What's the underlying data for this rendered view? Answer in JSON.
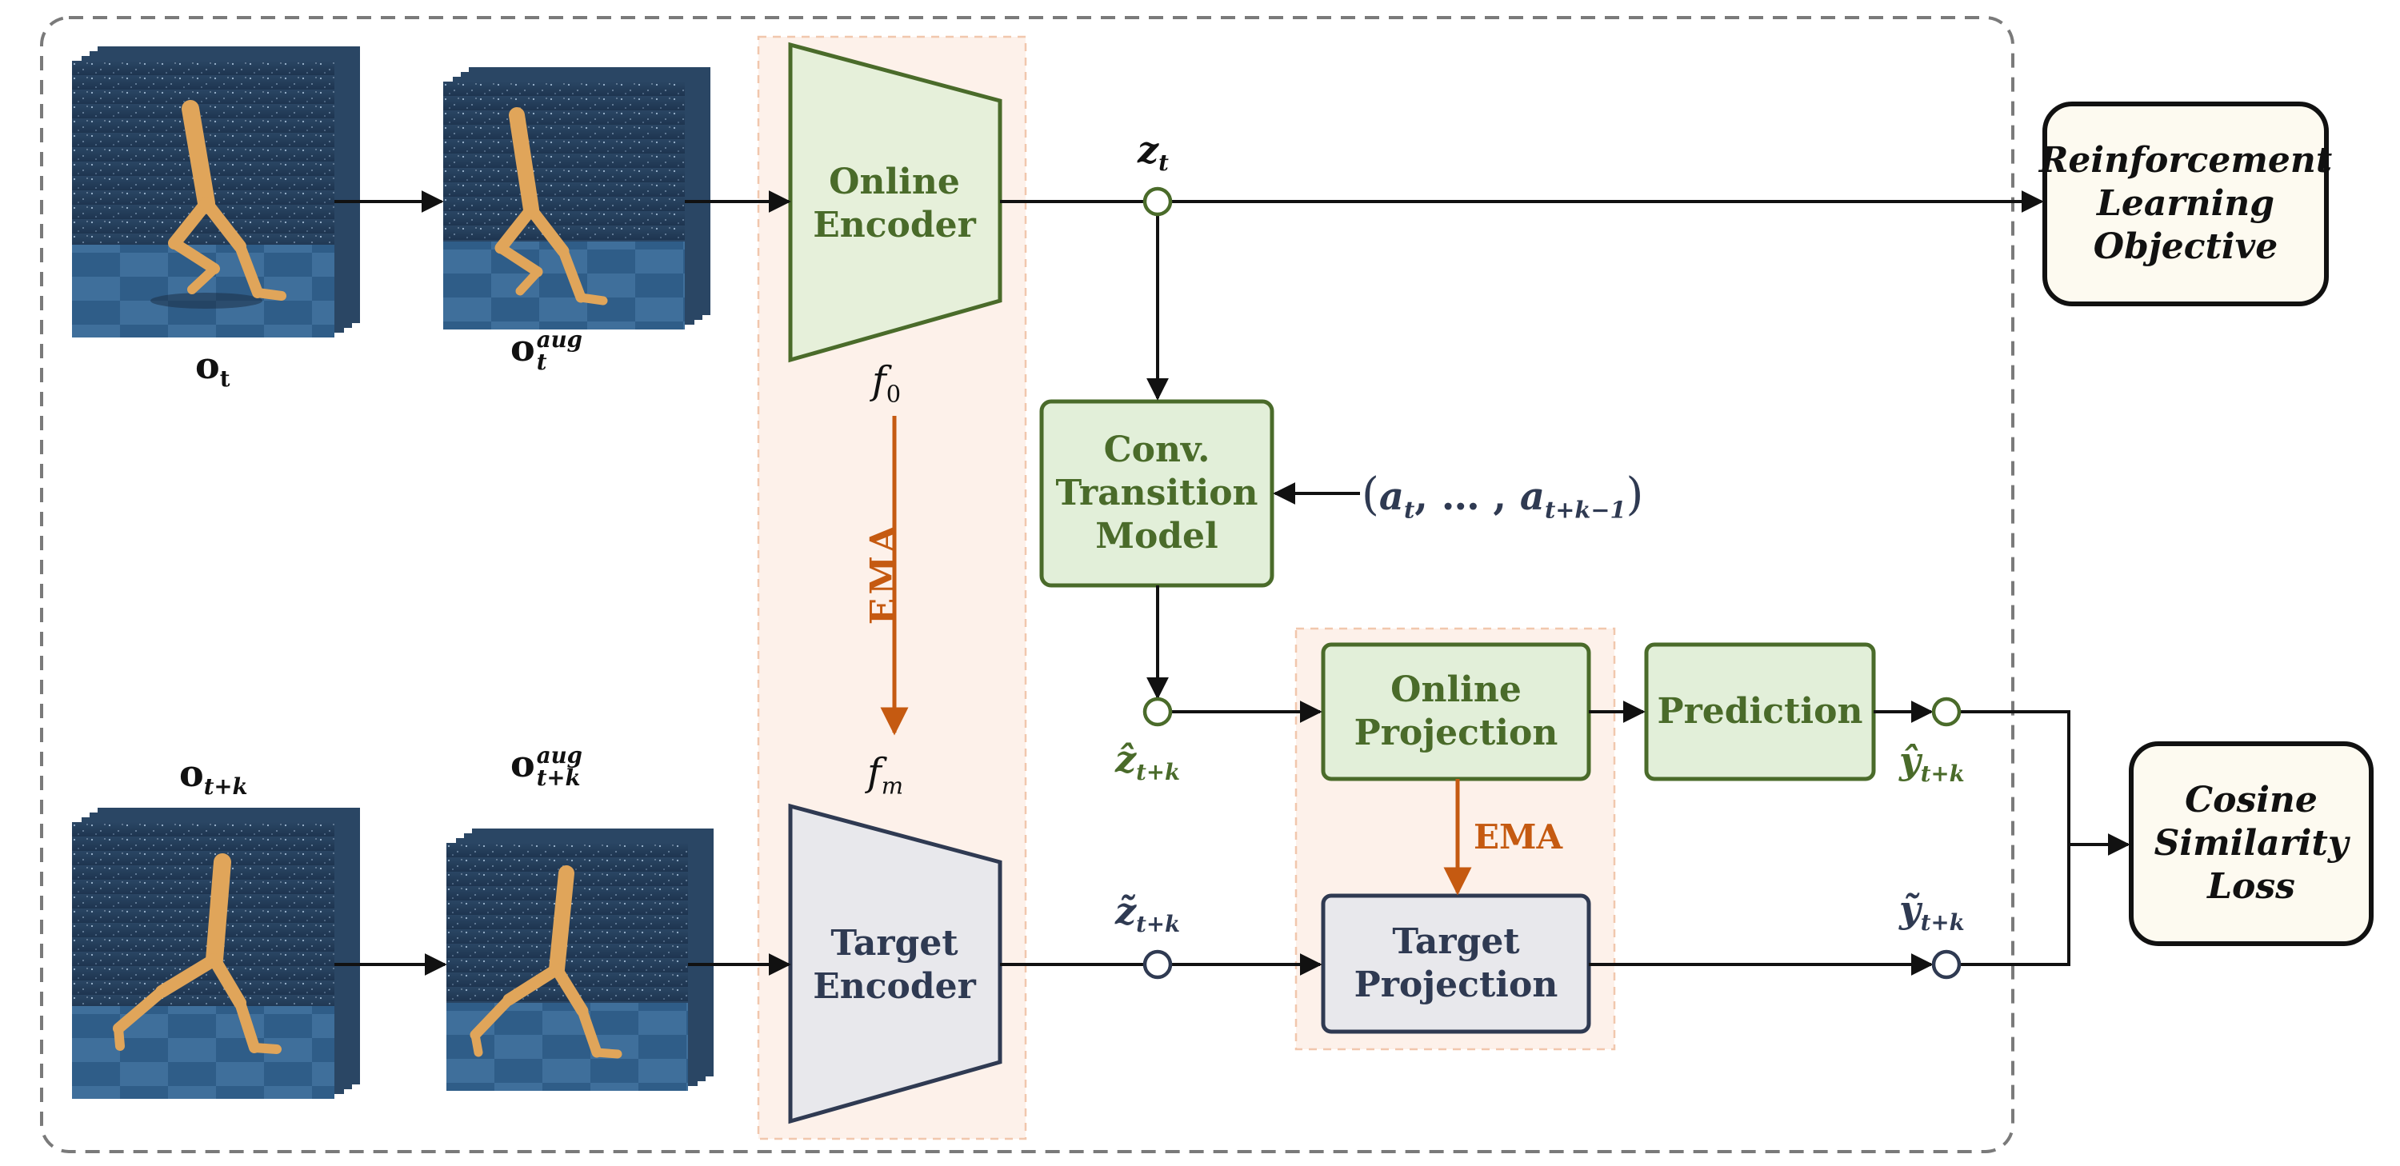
{
  "colors": {
    "green_dark": "#4a6b2a",
    "green_fill": "#e6f0da",
    "green_light_fill": "#e2efd9",
    "gray_fill": "#e8e8ec",
    "navy": "#2f3a52",
    "orange": "#c55a11",
    "cream_fill": "#fdfaf0",
    "peach_panel": "#fdf1ea",
    "dash_border": "#7a7a7a"
  },
  "observations": {
    "obs_t": "o",
    "obs_t_sub": "t",
    "obs_t_aug": "o",
    "obs_t_aug_sub": "t",
    "obs_t_aug_sup": "aug",
    "obs_tk": "o",
    "obs_tk_sub": "t+k",
    "obs_tk_aug": "o",
    "obs_tk_aug_sub": "t+k",
    "obs_tk_aug_sup": "aug"
  },
  "encoders": {
    "online_line1": "Online",
    "online_line2": "Encoder",
    "target_line1": "Target",
    "target_line2": "Encoder",
    "f0": "f",
    "f0_sub": "0",
    "fm": "f",
    "fm_sub": "m",
    "ema_vertical": "EMA"
  },
  "latents": {
    "z_t": "z",
    "z_t_sub": "t",
    "z_hat": "ẑ",
    "z_hat_sub": "t+k",
    "z_tilde": "z̃",
    "z_tilde_sub": "t+k",
    "y_hat": "ŷ",
    "y_hat_sub": "t+k",
    "y_tilde": "ỹ",
    "y_tilde_sub": "t+k"
  },
  "transition": {
    "line1": "Conv.",
    "line2": "Transition",
    "line3": "Model",
    "actions_open": "(",
    "a1": "a",
    "a1_sub": "t",
    "dots": ", … , ",
    "a2": "a",
    "a2_sub": "t+k−1",
    "actions_close": ")"
  },
  "projection": {
    "online_line1": "Online",
    "online_line2": "Projection",
    "target_line1": "Target",
    "target_line2": "Projection",
    "ema": "EMA",
    "prediction": "Prediction"
  },
  "objectives": {
    "rl_line1": "Reinforcement",
    "rl_line2": "Learning",
    "rl_line3": "Objective",
    "cos_line1": "Cosine",
    "cos_line2": "Similarity",
    "cos_line3": "Loss"
  }
}
